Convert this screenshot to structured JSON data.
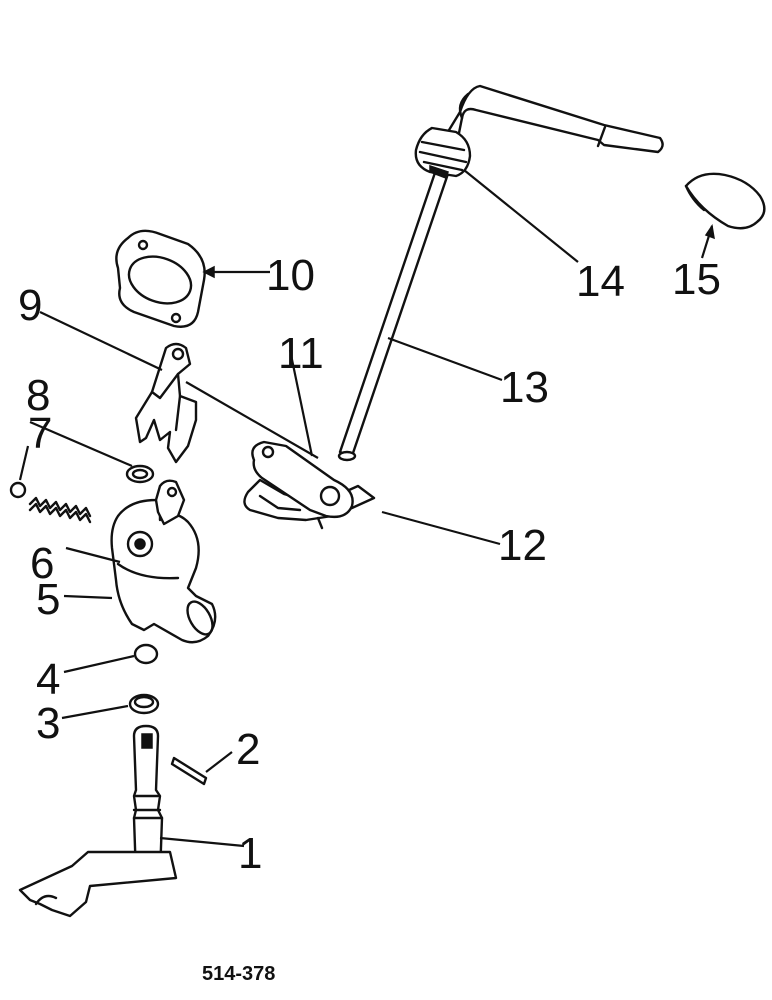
{
  "diagram": {
    "drawing_code": "514-378",
    "callouts": [
      {
        "id": "1",
        "label": "1"
      },
      {
        "id": "2",
        "label": "2"
      },
      {
        "id": "3",
        "label": "3"
      },
      {
        "id": "4",
        "label": "4"
      },
      {
        "id": "5",
        "label": "5"
      },
      {
        "id": "6",
        "label": "6"
      },
      {
        "id": "7",
        "label": "7"
      },
      {
        "id": "8",
        "label": "8"
      },
      {
        "id": "9",
        "label": "9"
      },
      {
        "id": "10",
        "label": "10"
      },
      {
        "id": "11",
        "label": "11"
      },
      {
        "id": "12",
        "label": "12"
      },
      {
        "id": "13",
        "label": "13"
      },
      {
        "id": "14",
        "label": "14"
      },
      {
        "id": "15",
        "label": "15"
      }
    ]
  },
  "colors": {
    "ink": "#111111",
    "background": "#ffffff"
  }
}
